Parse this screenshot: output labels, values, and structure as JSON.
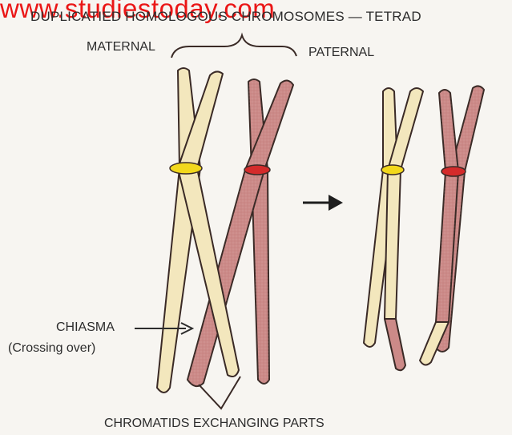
{
  "watermark": "www.studiestoday.com",
  "title": "DUPLICATIED HOMOLOGOUS CHROMOSOMES — TETRAD",
  "labels": {
    "maternal": "MATERNAL",
    "paternal": "PATERNAL",
    "chiasma": "CHIASMA",
    "crossing_over": "(Crossing over)",
    "exchange": "CHROMATIDS EXCHANGING PARTS"
  },
  "colors": {
    "maternal_fill": "#f3e7bd",
    "paternal_fill": "#cc8a88",
    "maternal_centromere": "#f2d81c",
    "paternal_centromere": "#d42b2b",
    "outline": "#3a2a26",
    "watermark": "#ea1616"
  }
}
